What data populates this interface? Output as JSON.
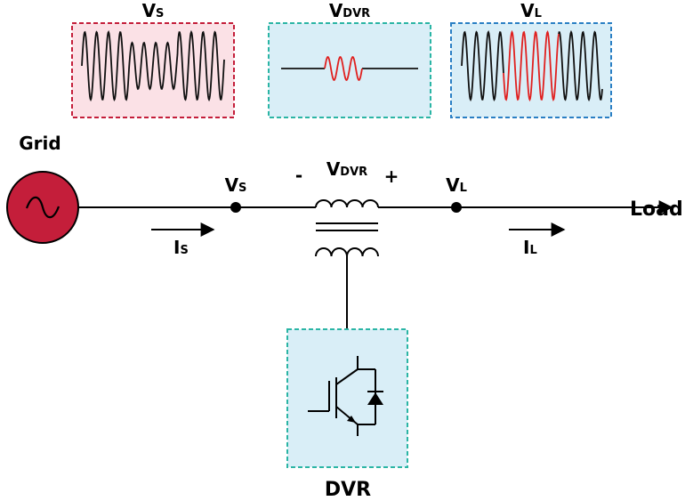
{
  "labels": {
    "grid": "Grid",
    "load": "Load",
    "dvr": "DVR",
    "minus": "-",
    "plus": "+"
  },
  "waveforms": {
    "vs": {
      "main": "V",
      "sub": "S"
    },
    "vdvr": {
      "main": "V",
      "sub": "DVR"
    },
    "vl": {
      "main": "V",
      "sub": "L"
    }
  },
  "nodes": {
    "vs": {
      "main": "V",
      "sub": "S"
    },
    "vdvr": {
      "main": "V",
      "sub": "DVR"
    },
    "vl": {
      "main": "V",
      "sub": "L"
    }
  },
  "currents": {
    "is": {
      "main": "I",
      "sub": "S"
    },
    "il": {
      "main": "I",
      "sub": "L"
    }
  },
  "colors": {
    "grid_fill": "#c41e3a",
    "vs_panel_fill": "#fbe1e6",
    "vs_panel_border": "#c41e3a",
    "vdvr_panel_fill": "#d9eef7",
    "vdvr_panel_border": "#2bb5a5",
    "vl_panel_fill": "#d9eef7",
    "vl_panel_border": "#2a7fc4",
    "dvr_box_fill": "#d9eef7",
    "dvr_box_border": "#2bb5a5",
    "wave_black": "#111111",
    "wave_red": "#e0201f"
  },
  "icons": {
    "grid_source": "ac-source-icon",
    "transformer": "transformer-icon",
    "igbt": "igbt-diode-icon"
  }
}
